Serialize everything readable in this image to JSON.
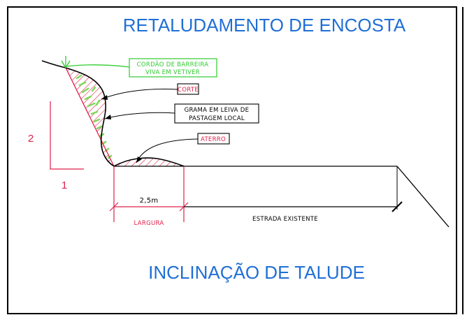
{
  "title": "RETALUDAMENTO DE ENCOSTA",
  "subtitle": "INCLINAÇÃO DE TALUDE",
  "slope_ratio": {
    "vertical": "2",
    "horizontal": "1"
  },
  "callouts": {
    "barrier": [
      "CORDÃO DE BARREIRA",
      "VIVA EM VETIVER"
    ],
    "cut": "CORTE",
    "grass": [
      "GRAMA EM LEIVA DE",
      "PASTAGEM LOCAL"
    ],
    "fill": "ATERRO"
  },
  "dimensions": {
    "width_value": "2,5m",
    "width_label": "LARGURA",
    "road_label": "ESTRADA EXISTENTE"
  },
  "colors": {
    "title": "#1f6fd6",
    "barrier": "#2ecc2e",
    "red": "#e0204a",
    "vegetation": "#7ed957",
    "line": "#000000"
  }
}
